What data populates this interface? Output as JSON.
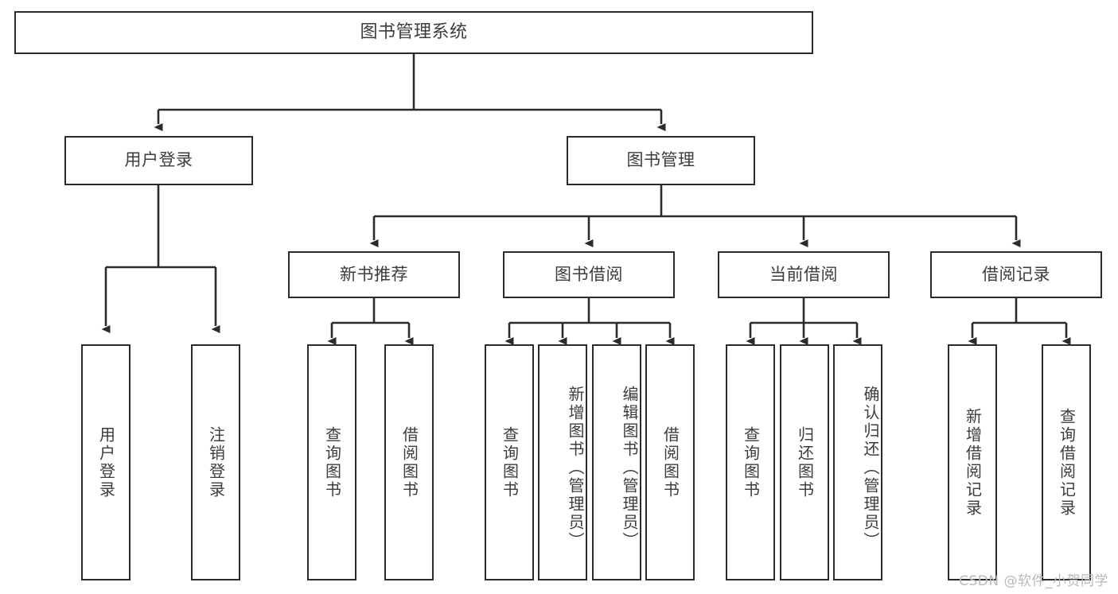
{
  "diagram": {
    "type": "tree-hierarchy",
    "title": "图书管理系统",
    "watermark": "CSDN @软件_小贺同学",
    "colors": {
      "box_border": "#2b2b2b",
      "box_fill": "#ffffff",
      "text": "#3c3c3c",
      "connector": "#2b2b2b",
      "watermark": "#b9b9b9"
    },
    "levels": {
      "level1": [
        {
          "id": "root",
          "label": "图书管理系统"
        }
      ],
      "level2": [
        {
          "id": "user-login",
          "label": "用户登录"
        },
        {
          "id": "book-management",
          "label": "图书管理"
        }
      ],
      "level3": [
        {
          "id": "new-book-recommend",
          "label": "新书推荐"
        },
        {
          "id": "book-borrow",
          "label": "图书借阅"
        },
        {
          "id": "current-borrow",
          "label": "当前借阅"
        },
        {
          "id": "borrow-record",
          "label": "借阅记录"
        }
      ],
      "level4": [
        {
          "id": "leaf-user-login",
          "label": "用户登录",
          "parent": "user-login"
        },
        {
          "id": "leaf-user-logout",
          "label": "注销登录",
          "parent": "user-login"
        },
        {
          "id": "leaf-query-book-1",
          "label": "查询图书",
          "parent": "new-book-recommend"
        },
        {
          "id": "leaf-borrow-book-1",
          "label": "借阅图书",
          "parent": "new-book-recommend"
        },
        {
          "id": "leaf-query-book-2",
          "label": "查询图书",
          "parent": "book-borrow"
        },
        {
          "id": "leaf-add-book",
          "label": "新增图书（管理员）",
          "parent": "book-borrow"
        },
        {
          "id": "leaf-edit-book",
          "label": "编辑图书（管理员）",
          "parent": "book-borrow"
        },
        {
          "id": "leaf-borrow-book-2",
          "label": "借阅图书",
          "parent": "book-borrow"
        },
        {
          "id": "leaf-query-book-3",
          "label": "查询图书",
          "parent": "current-borrow"
        },
        {
          "id": "leaf-return-book",
          "label": "归还图书",
          "parent": "current-borrow"
        },
        {
          "id": "leaf-confirm-return",
          "label": "确认归还（管理员）",
          "parent": "current-borrow"
        },
        {
          "id": "leaf-add-record",
          "label": "新增借阅记录",
          "parent": "borrow-record"
        },
        {
          "id": "leaf-query-record",
          "label": "查询借阅记录",
          "parent": "borrow-record"
        }
      ]
    }
  }
}
